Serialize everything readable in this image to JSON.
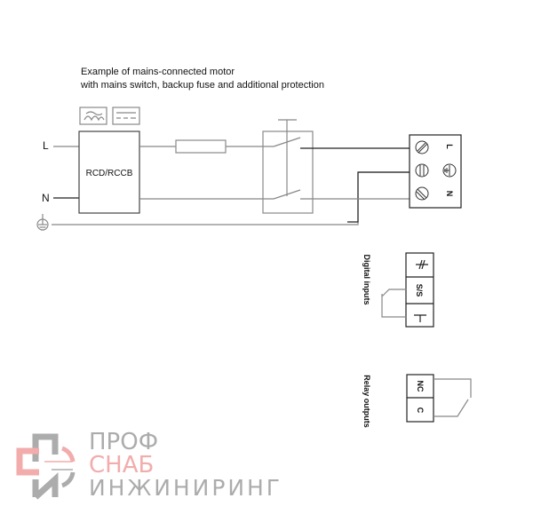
{
  "title_lines": [
    "Example of mains-connected motor",
    "with mains switch, backup fuse and additional protection"
  ],
  "labels": {
    "L": "L",
    "N": "N",
    "rcd": "RCD/RCCB",
    "term_L": "L",
    "term_N": "N",
    "ss": "S/S",
    "nc": "NC",
    "c": "C"
  },
  "sections": {
    "digital_inputs": "Digital inputs",
    "relay_outputs": "Relay outputs"
  },
  "logo": {
    "line1": "ПРОФ",
    "line2": "СНАБ",
    "line3": "ИНЖИНИРИНГ",
    "gray": "#a8a8a8",
    "pink": "#f2a8a8"
  }
}
